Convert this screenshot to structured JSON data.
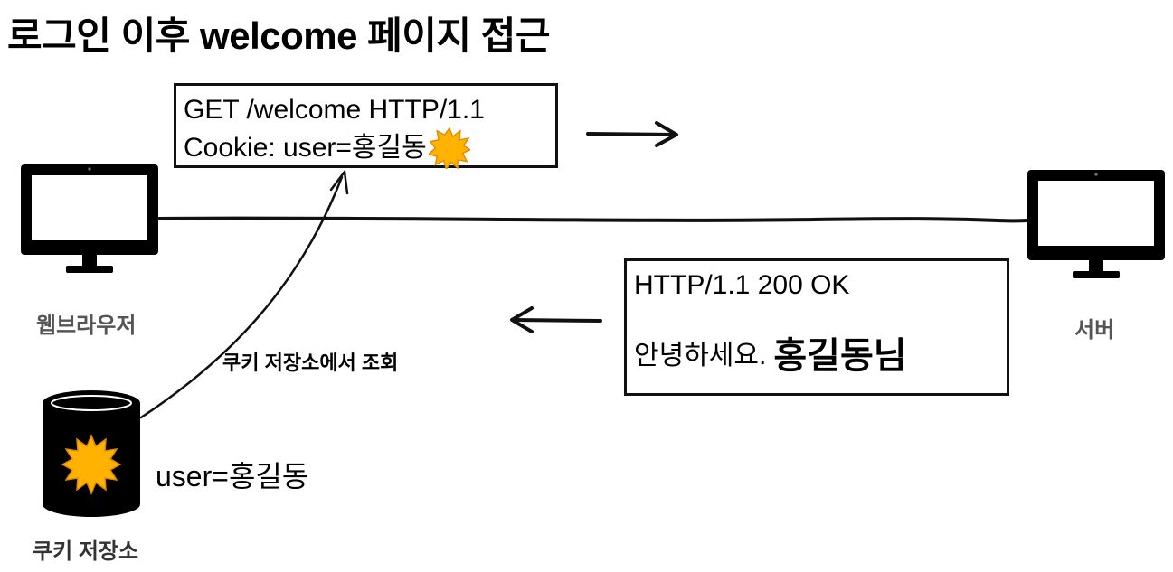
{
  "title": "로그인 이후 welcome 페이지 접근",
  "client": {
    "label": "웹브라우저",
    "icon": "monitor-icon"
  },
  "server": {
    "label": "서버",
    "icon": "monitor-icon"
  },
  "request": {
    "line1": "GET /welcome HTTP/1.1",
    "line2": "Cookie: user=홍길동",
    "marker_icon": "sun-icon"
  },
  "response": {
    "status": "HTTP/1.1 200 OK",
    "greeting_prefix": "안녕하세요.",
    "greeting_name": "홍길동님"
  },
  "cookie_store": {
    "label": "쿠키 저장소",
    "content": "user=홍길동",
    "lookup_label": "쿠키 저장소에서 조회",
    "icon": "database-icon"
  },
  "colors": {
    "sun": "#FFB200",
    "sun_stroke": "#E08A00",
    "line": "#111111",
    "caption": "#555555"
  }
}
